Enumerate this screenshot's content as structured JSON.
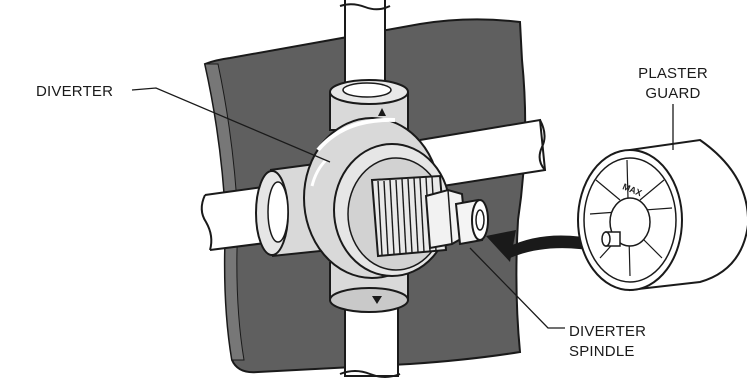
{
  "labels": {
    "diverter": "DIVERTER",
    "plaster_guard_line1": "PLASTER",
    "plaster_guard_line2": "GUARD",
    "diverter_spindle_line1": "DIVERTER",
    "diverter_spindle_line2": "SPINDLE",
    "guard_marking": "MAX"
  },
  "colors": {
    "wall": "#5f5f5f",
    "outline": "#1a1a1a",
    "valve_body": "#d9d9d9",
    "pipe": "#ffffff"
  }
}
